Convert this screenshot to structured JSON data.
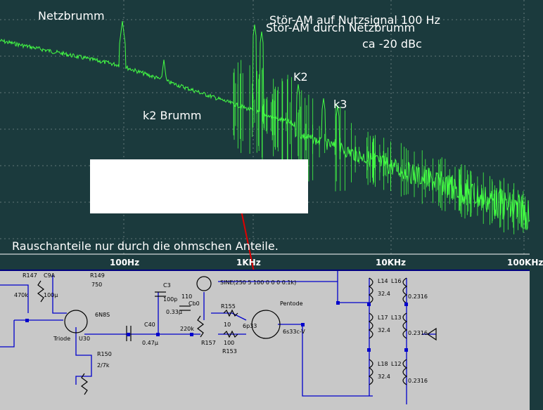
{
  "plot": {
    "annotations": {
      "netzbrumm": "Netzbrumm",
      "stoer_am_nutz": "Stör-AM auf Nutzsignal 100 Hz",
      "stoer_am_netz": "Stör-AM durch Netzbrumm",
      "ca_dbc": "ca -20 dBc",
      "k2": "K2",
      "k3": "k3",
      "k2_brumm": "k2 Brumm",
      "rauschanteile": "Rauschanteile nur durch die ohmschen Anteile."
    },
    "x_ticks": [
      "100Hz",
      "1KHz",
      "10KHz",
      "100KHz"
    ],
    "colors": {
      "background": "#1b3a3d",
      "trace": "#44ff44",
      "grid": "#7a8a8a",
      "arrow": "#e00000"
    }
  },
  "schematic": {
    "labels": {
      "r47": "R147",
      "r470k": "470k",
      "c9": "C9A",
      "c100u": "100µ",
      "r49": "R149",
      "r750": "750",
      "tube1": "6N8S",
      "triode": "Triode",
      "u30": "U30",
      "c40": "C40",
      "c047": "0.47µ",
      "r150": "R150",
      "r27k": "2/7k",
      "c3": "C3",
      "c100p": "100p",
      "c110": "110",
      "cb0": "Cb0",
      "c033": "0.33µ",
      "r220k": "220k",
      "r157": "R157",
      "r155": "R155",
      "r10": "10",
      "r100": "100",
      "r153": "R153",
      "tube2": "6p33",
      "pentode": "Pentode",
      "tube2b": "6s33c-V",
      "sine": "SINE(250 5 100 0 0 0 0.1k)",
      "l14": "L14",
      "l16": "L16",
      "l17": "L17",
      "l13": "L13",
      "l18": "L18",
      "l12": "L12",
      "v324": "32.4",
      "v236": "0.2316"
    },
    "colors": {
      "background": "#c8c8c8",
      "wire": "#0000cc",
      "component": "#000000",
      "node": "#0000cc"
    }
  }
}
